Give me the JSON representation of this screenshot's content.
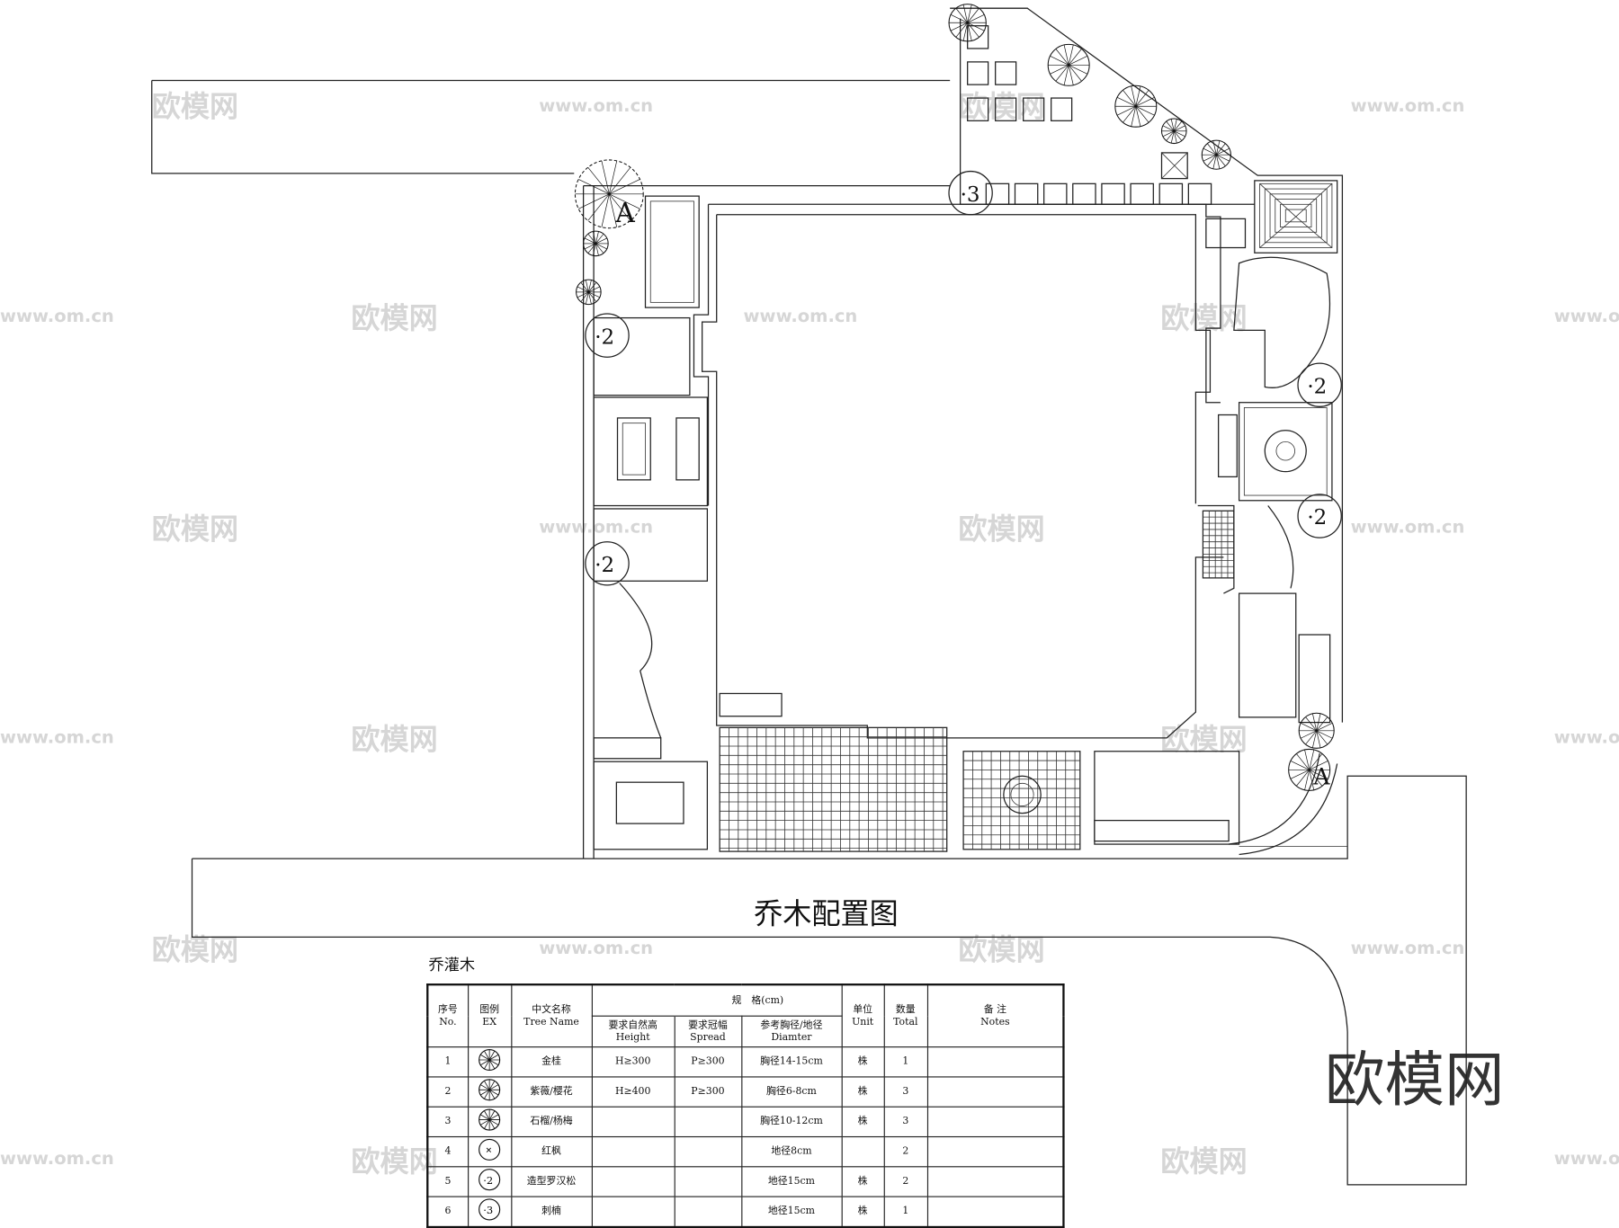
{
  "plan": {
    "title": "乔木配置图",
    "markers": {
      "a_top": "A",
      "a_bottom": "A",
      "m2a": "·2",
      "m2b": "·2",
      "m2c": "·2",
      "m2d": "·2",
      "m3": "·3"
    }
  },
  "watermark": {
    "logo": "欧模网",
    "url": "www.om.cn"
  },
  "table": {
    "title": "乔灌木",
    "headers": {
      "no": [
        "序号",
        "No."
      ],
      "ex": [
        "图例",
        "EX"
      ],
      "name": [
        "中文名称",
        "Tree Name"
      ],
      "spec": "规　格(cm)",
      "height": [
        "要求自然高",
        "Height"
      ],
      "spread": [
        "要求冠幅",
        "Spread"
      ],
      "diameter": [
        "参考胸径/地径",
        "Diamter"
      ],
      "unit": [
        "单位",
        "Unit"
      ],
      "total": [
        "数量",
        "Total"
      ],
      "notes": [
        "备 注",
        "Notes"
      ]
    },
    "rows": [
      {
        "no": "1",
        "ex": "osmanthus-symbol",
        "name": "金桂",
        "height": "H≥300",
        "spread": "P≥300",
        "diameter": "胸径14-15cm",
        "unit": "株",
        "total": "1",
        "notes": ""
      },
      {
        "no": "2",
        "ex": "crape-myrtle-symbol",
        "name": "紫薇/樱花",
        "height": "H≥400",
        "spread": "P≥300",
        "diameter": "胸径6-8cm",
        "unit": "株",
        "total": "3",
        "notes": ""
      },
      {
        "no": "3",
        "ex": "pomegranate-symbol",
        "name": "石榴/杨梅",
        "height": "",
        "spread": "",
        "diameter": "胸径10-12cm",
        "unit": "株",
        "total": "3",
        "notes": ""
      },
      {
        "no": "4",
        "ex": "red-maple-symbol",
        "name": "红枫",
        "height": "",
        "spread": "",
        "diameter": "地径8cm",
        "unit": "",
        "total": "2",
        "notes": ""
      },
      {
        "no": "5",
        "ex": "podocarpus-symbol",
        "name": "造型罗汉松",
        "height": "",
        "spread": "",
        "diameter": "地径15cm",
        "unit": "株",
        "total": "2",
        "notes": ""
      },
      {
        "no": "6",
        "ex": "holly-symbol",
        "name": "刺楠",
        "height": "",
        "spread": "",
        "diameter": "地径15cm",
        "unit": "株",
        "total": "1",
        "notes": ""
      }
    ]
  }
}
